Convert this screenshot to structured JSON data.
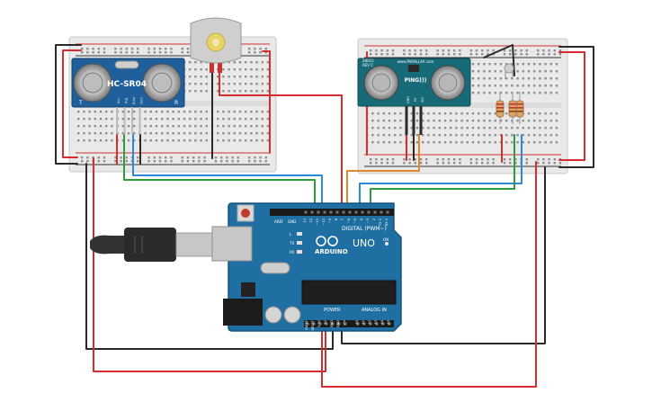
{
  "left_sensor": {
    "model": "HC-SR04",
    "pin_labels": [
      "Vcc",
      "Trig",
      "Echo",
      "Gnd"
    ],
    "corner_t": "T",
    "corner_r": "R"
  },
  "right_sensor": {
    "brand": "www.PARALLAX.com",
    "model": "PING)))",
    "rev": "REV C",
    "small": "28015",
    "pin_labels": [
      "GND",
      "5V",
      "SIG"
    ]
  },
  "arduino": {
    "logo": "ARDUINO",
    "model": "UNO",
    "digital_label": "DIGITAL (PWM~)",
    "analog_label": "ANALOG IN",
    "power_label": "POWER",
    "status_leds": [
      "L",
      "TX",
      "RX"
    ],
    "on_label": "ON",
    "aref": "AREF",
    "gnd": "GND",
    "digital_pins": [
      "13",
      "12",
      "~11",
      "~10",
      "~9",
      "8",
      "7",
      "~6",
      "~5",
      "4",
      "~3",
      "2",
      "TX 1",
      "RX 0"
    ],
    "power_pins": [
      "IOREF",
      "RESET",
      "3.3V",
      "5V",
      "GND",
      "GND",
      "Vin"
    ],
    "analog_pins": [
      "A0",
      "A1",
      "A2",
      "A3",
      "A4",
      "A5"
    ]
  },
  "colors": {
    "board_blue": "#1f6fa3",
    "board_blue_dark": "#14557f",
    "breadboard": "#e9e9e9",
    "rail_red": "#d33131",
    "rail_black": "#333333",
    "wire_red": "#d62d2d",
    "wire_black": "#2a2a2a",
    "wire_green": "#2e9c3a",
    "wire_blue": "#2d8ad6",
    "wire_orange": "#e0862b",
    "sensor_teal": "#176a78"
  }
}
